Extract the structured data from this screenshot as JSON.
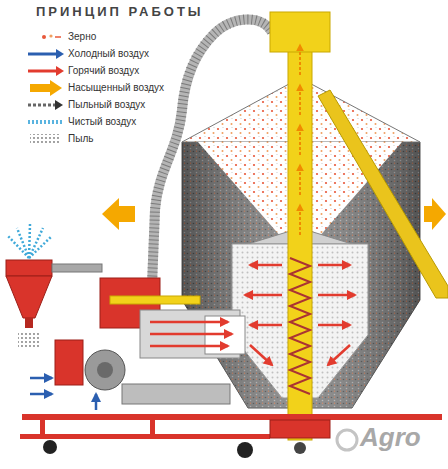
{
  "diagram": {
    "title": "ПРИНЦИП РАБОТЫ",
    "labels": [
      "Agro"
    ],
    "legend": [
      {
        "text": "Зерно"
      },
      {
        "text": "Холодный воздух"
      },
      {
        "text": "Горячий воздух"
      },
      {
        "text": "Насыщенный воздух"
      },
      {
        "text": "Пыльный воздух"
      },
      {
        "text": "Чистый воздух"
      },
      {
        "text": "Пыль"
      }
    ]
  }
}
